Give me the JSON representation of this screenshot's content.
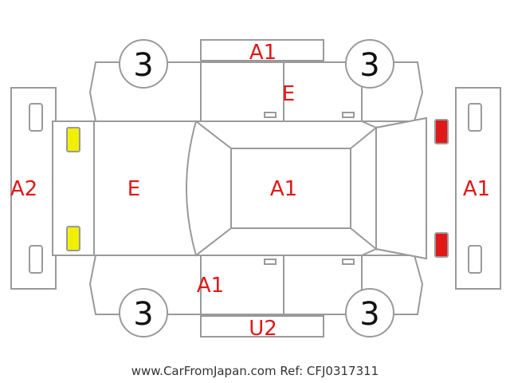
{
  "colors": {
    "outline": "#9a9a9a",
    "damage_code": "#e01818",
    "front_lamp": "#f0f000",
    "rear_lamp": "#e01818",
    "tire_number": "#111111"
  },
  "tires": {
    "front_left": "3",
    "rear_left": "3",
    "front_right": "3",
    "rear_right": "3"
  },
  "codes": {
    "top_panel": "A1",
    "top_doors": "E",
    "front_bumper": "A2",
    "hood": "E",
    "roof": "A1",
    "rear_bumper": "A1",
    "bottom_doors": "A1",
    "bottom_panel": "U2"
  },
  "footer": "www.CarFromJapan.com Ref: CFJ0317311"
}
